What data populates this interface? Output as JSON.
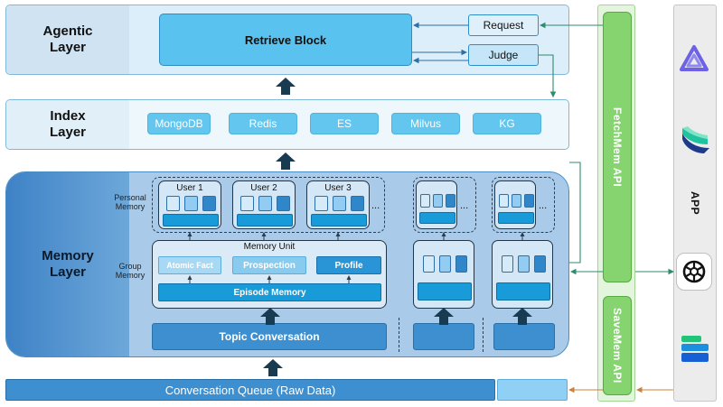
{
  "agentic": {
    "title": "Agentic\nLayer",
    "retrieve": "Retrieve Block",
    "request": "Request",
    "judge": "Judge"
  },
  "index": {
    "title": "Index\nLayer",
    "dbs": [
      "MongoDB",
      "Redis",
      "ES",
      "Milvus",
      "KG"
    ]
  },
  "memory": {
    "title": "Memory\nLayer",
    "personal_label": "Personal\nMemory",
    "group_label": "Group\nMemory",
    "users": [
      "User 1",
      "User 2",
      "User 3"
    ],
    "ellipsis": "...",
    "unit_title": "Memory Unit",
    "atomic": "Atomic Fact",
    "prospection": "Prospection",
    "profile": "Profile",
    "episode": "Episode Memory",
    "topic": "Topic Conversation"
  },
  "queue": {
    "label": "Conversation Queue (Raw Data)"
  },
  "api": {
    "fetch": "FetchMem API",
    "save": "SaveMem API"
  },
  "app": {
    "label": "APP",
    "icons": [
      "triangle-logo-icon",
      "feather-logo-icon",
      "openai-logo-icon",
      "stacked-layers-icon"
    ]
  },
  "colors": {
    "api_green": "#86d46f",
    "arrow_dark": "#183b52",
    "request_arrow": "#2e8b6e",
    "save_arrow": "#c8823a"
  }
}
